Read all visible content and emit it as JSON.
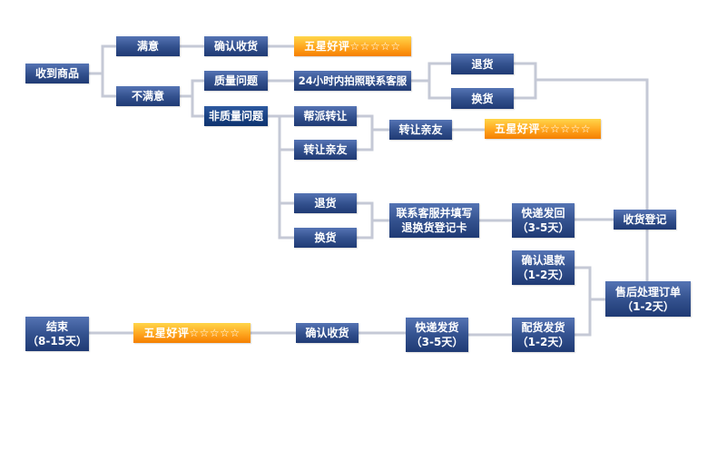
{
  "colors": {
    "box": "#34528f",
    "highlight": "#ffaa22",
    "line": "#c5c9d6"
  },
  "nodes": {
    "received": "收到商品",
    "satisfied": "满意",
    "unsatisfied": "不满意",
    "confirm_receipt_1": "确认收货",
    "five_star_1": "五星好评☆☆☆☆☆",
    "quality_issue": "质量问题",
    "non_quality_issue": "非质量问题",
    "contact_24h": "24小时内拍照联系客服",
    "return_1": "退货",
    "exchange_1": "换货",
    "guild_transfer": "帮派转让",
    "transfer_friends_1": "转让亲友",
    "transfer_friends_2": "转让亲友",
    "five_star_2": "五星好评☆☆☆☆☆",
    "return_2": "退货",
    "exchange_2": "换货",
    "contact_fill_l1": "联系客服并填写",
    "contact_fill_l2": "退换货登记卡",
    "ship_back_l1": "快递发回",
    "ship_back_l2": "（3-5天）",
    "receive_register": "收货登记",
    "confirm_refund_l1": "确认退款",
    "confirm_refund_l2": "（1-2天）",
    "after_sale_l1": "售后处理订单",
    "after_sale_l2": "（1-2天）",
    "dispatch_l1": "配货发货",
    "dispatch_l2": "（1-2天）",
    "express_l1": "快递发货",
    "express_l2": "（3-5天）",
    "confirm_receipt_2": "确认收货",
    "five_star_3": "五星好评☆☆☆☆☆",
    "end_l1": "结束",
    "end_l2": "（8-15天）"
  }
}
